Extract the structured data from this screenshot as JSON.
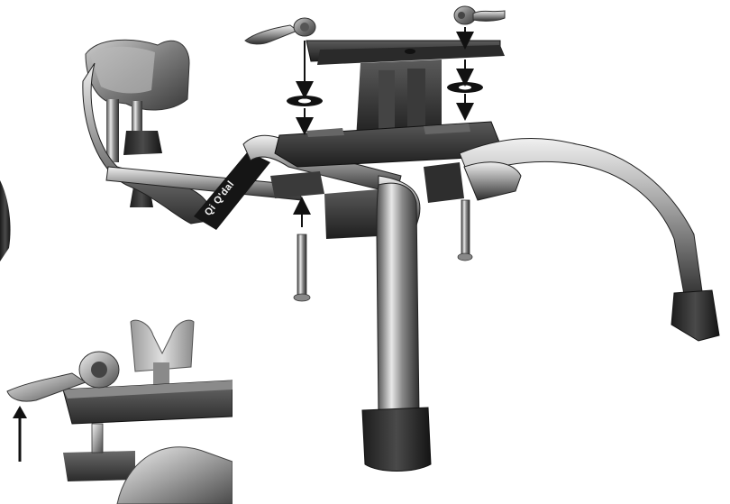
{
  "figure": {
    "sleeve_label": "Qi Q'dal",
    "colors": {
      "background": "#ffffff",
      "chrome_light": "#e6e6e6",
      "chrome_mid": "#9a9a9a",
      "chrome_dark": "#3c3c3c",
      "rubber": "#2b2b2b",
      "arrow": "#111111"
    },
    "callouts": {
      "lever_bolts": 2,
      "washers": 2,
      "bottom_bolts": 2,
      "inset_arrow": 1
    }
  }
}
